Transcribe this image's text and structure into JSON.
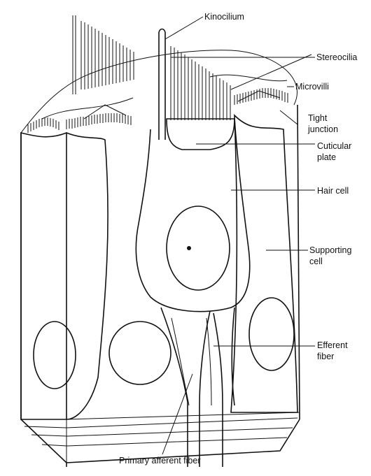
{
  "labels": {
    "kinocilium": "Kinocilium",
    "stereocilia": "Stereocilia",
    "microvilli": "Microvilli",
    "tight_junction_1": "Tight",
    "tight_junction_2": "junction",
    "cuticular_plate_1": "Cuticular",
    "cuticular_plate_2": "plate",
    "hair_cell": "Hair cell",
    "supporting_cell_1": "Supporting",
    "supporting_cell_2": "cell",
    "efferent_fiber_1": "Efferent",
    "efferent_fiber_2": "fiber",
    "primary_afferent_fiber": "Primary afferent fiber"
  }
}
